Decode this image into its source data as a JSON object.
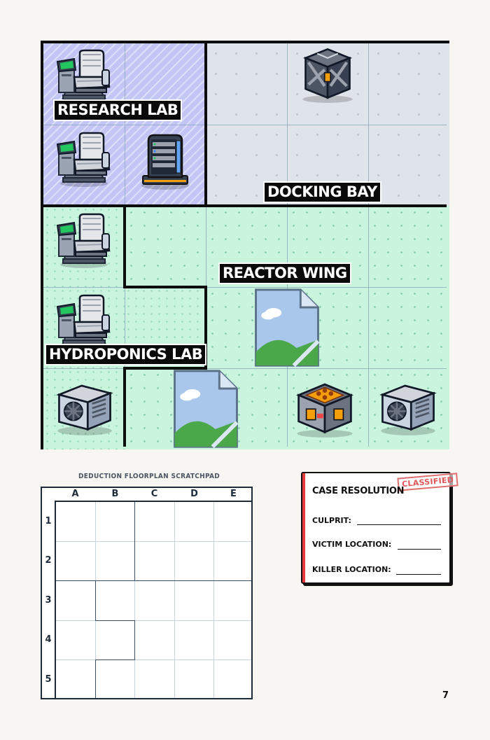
{
  "floorplan": {
    "rooms": {
      "research_lab": "RESEARCH LAB",
      "docking_bay": "DOCKING BAY",
      "reactor_wing": "REACTOR WING",
      "hydroponics_lab": "HYDROPONICS LAB"
    },
    "items": [
      {
        "name": "command-chair-icon",
        "cell": "A1"
      },
      {
        "name": "cargo-crate-icon",
        "cell": "D1"
      },
      {
        "name": "command-chair-icon",
        "cell": "A2"
      },
      {
        "name": "server-rack-icon",
        "cell": "B2"
      },
      {
        "name": "command-chair-icon",
        "cell": "A3"
      },
      {
        "name": "command-chair-icon",
        "cell": "A4"
      },
      {
        "name": "missing-image-icon",
        "cell": "C4"
      },
      {
        "name": "hvac-unit-icon",
        "cell": "A5"
      },
      {
        "name": "missing-image-icon",
        "cell": "B5"
      },
      {
        "name": "reactor-core-icon",
        "cell": "D5"
      },
      {
        "name": "hvac-unit-icon",
        "cell": "E5"
      }
    ]
  },
  "scratchpad": {
    "title": "DEDUCTION FLOORPLAN SCRATCHPAD",
    "columns": [
      "A",
      "B",
      "C",
      "D",
      "E"
    ],
    "rows": [
      "1",
      "2",
      "3",
      "4",
      "5"
    ]
  },
  "case_resolution": {
    "title": "CASE RESOLUTION",
    "stamp": "CLASSIFIED",
    "fields": {
      "culprit": "CULPRIT:",
      "victim_location": "VICTIM LOCATION:",
      "killer_location": "KILLER LOCATION:"
    }
  },
  "page_number": "7",
  "colors": {
    "research_lab": "#c3c6f4",
    "docking_bay": "#dfe3ea",
    "green_rooms": "#c9f4dd",
    "stamp": "#e05757"
  }
}
